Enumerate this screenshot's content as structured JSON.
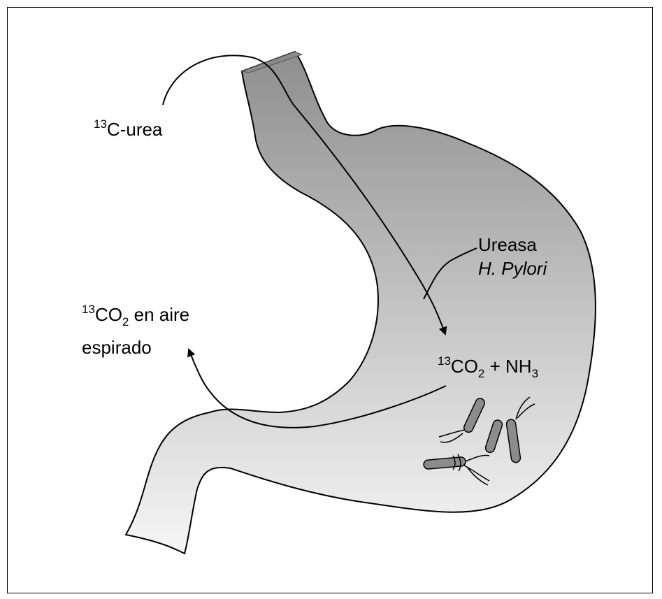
{
  "labels": {
    "urea": {
      "sup": "13",
      "main": "C-urea"
    },
    "co2_breath": {
      "sup": "13",
      "main": "CO",
      "sub": "2",
      "rest": " en aire",
      "line2": "espirado"
    },
    "enzyme": {
      "line1": "Ureasa",
      "line2": "H. Pylori"
    },
    "products": {
      "sup": "13",
      "co": "CO",
      "sub1": "2",
      "plus": " + NH",
      "sub2": "3"
    }
  },
  "colors": {
    "stroke": "#000000",
    "stomach_dark": "#9a9a9a",
    "stomach_light": "#f4f4f4",
    "bacteria": "#8c8c8c"
  }
}
